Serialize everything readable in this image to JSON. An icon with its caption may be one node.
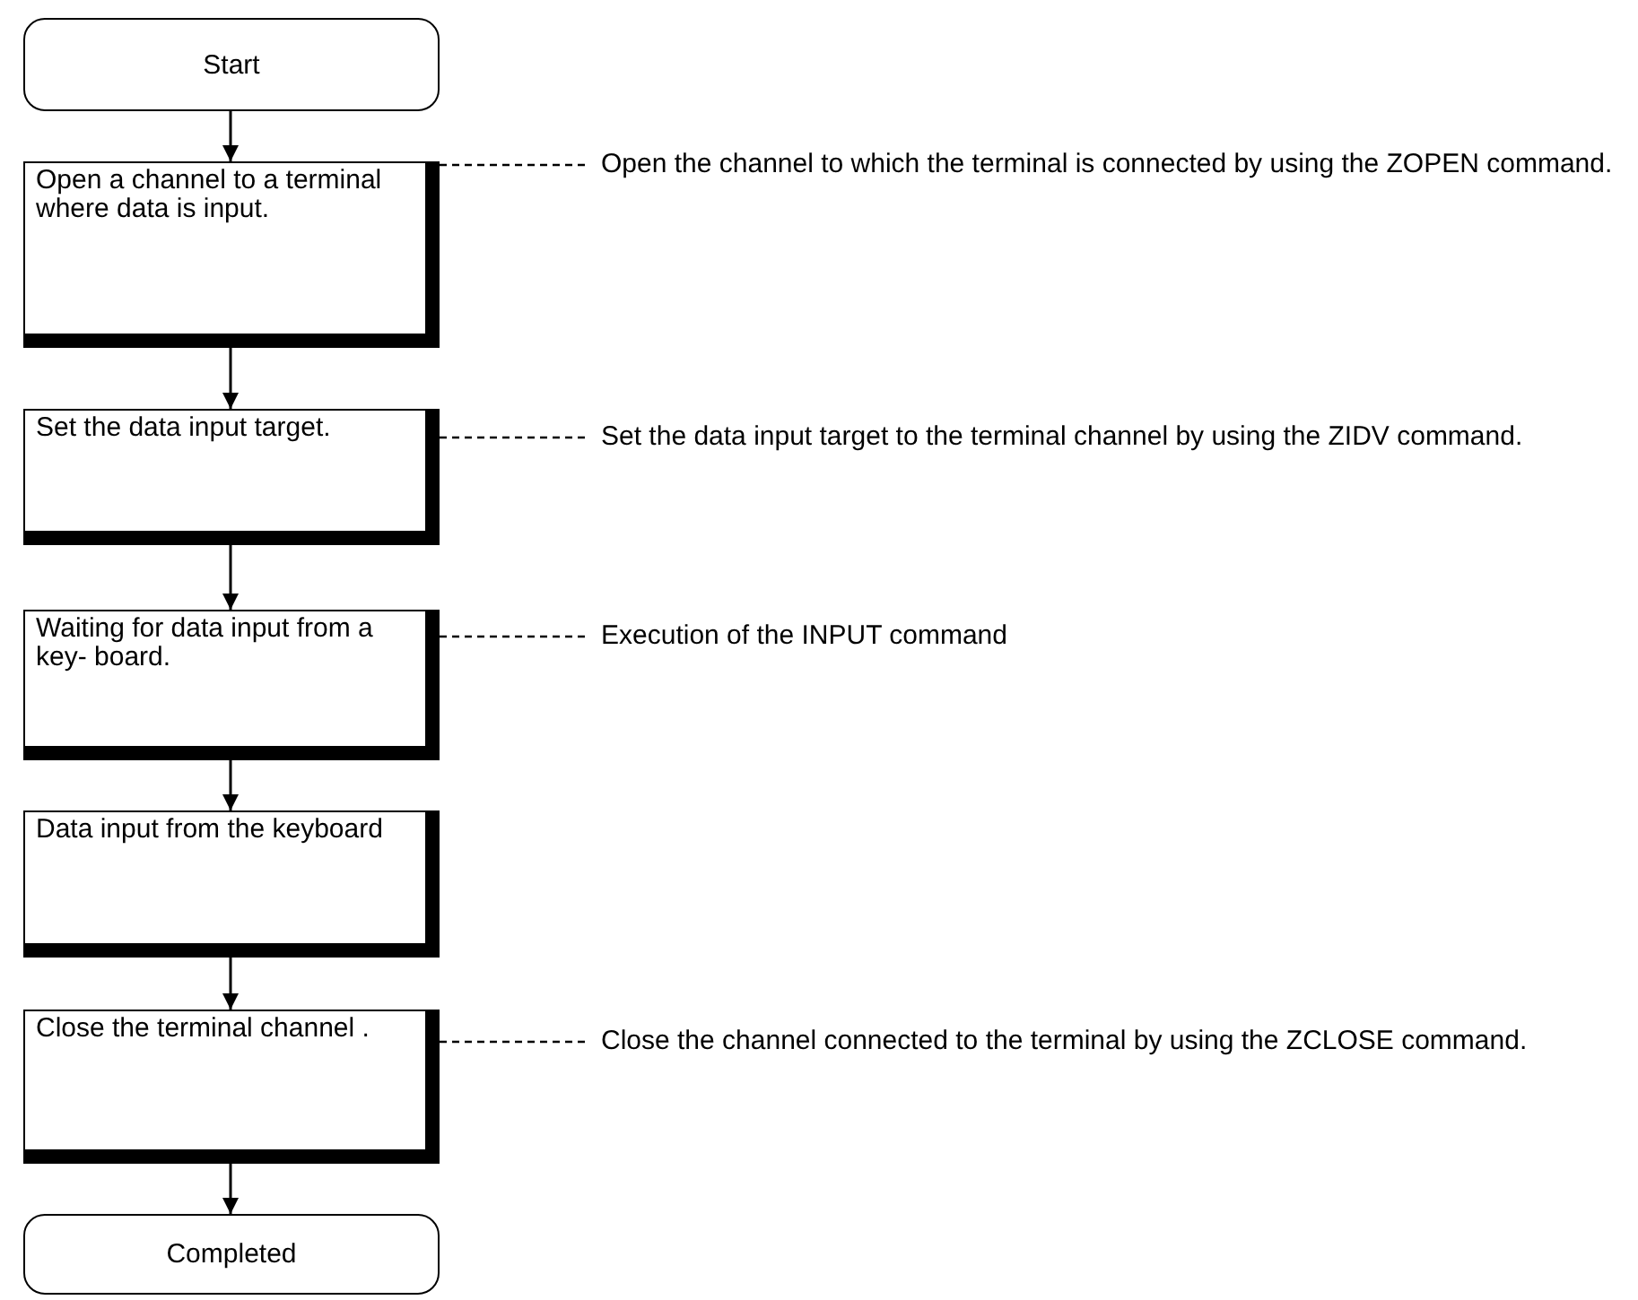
{
  "diagram": {
    "nodes": [
      {
        "text": [
          "Start"
        ]
      },
      {
        "text": [
          "Open a channel to a terminal where data is input."
        ]
      },
      {
        "text": [
          "Set the data input target."
        ]
      },
      {
        "text": [
          "Waiting for data input from a key- board."
        ]
      },
      {
        "text": [
          "Data input from the keyboard"
        ]
      },
      {
        "text": [
          "Close the terminal channel ."
        ]
      },
      {
        "text": [
          "Completed"
        ]
      },
      {
        "text": [
          "Open the channel to which the terminal is connected by using the ZOPEN command."
        ]
      },
      {
        "text": [
          "Set the data input target to the terminal channel by using the ZIDV command."
        ]
      },
      {
        "text": [
          "Execution of the INPUT command"
        ]
      },
      {
        "text": [
          "Close the channel connected to the terminal by using the ZCLOSE command."
        ]
      }
    ],
    "edges": [
      {
        "from": 0,
        "to": 1,
        "arrow": "to"
      },
      {
        "from": 1,
        "to": 2,
        "arrow": "to"
      },
      {
        "from": 2,
        "to": 3,
        "arrow": "to"
      },
      {
        "from": 3,
        "to": 4,
        "arrow": "to"
      },
      {
        "from": 4,
        "to": 5,
        "arrow": "to"
      },
      {
        "from": 5,
        "to": 6,
        "arrow": "to"
      },
      {
        "from": 1,
        "to": 7,
        "arrow": "none",
        "style": "dashed"
      },
      {
        "from": 2,
        "to": 8,
        "arrow": "none",
        "style": "dashed"
      },
      {
        "from": 3,
        "to": 9,
        "arrow": "none",
        "style": "dashed"
      },
      {
        "from": 5,
        "to": 10,
        "arrow": "none",
        "style": "dashed"
      }
    ]
  }
}
